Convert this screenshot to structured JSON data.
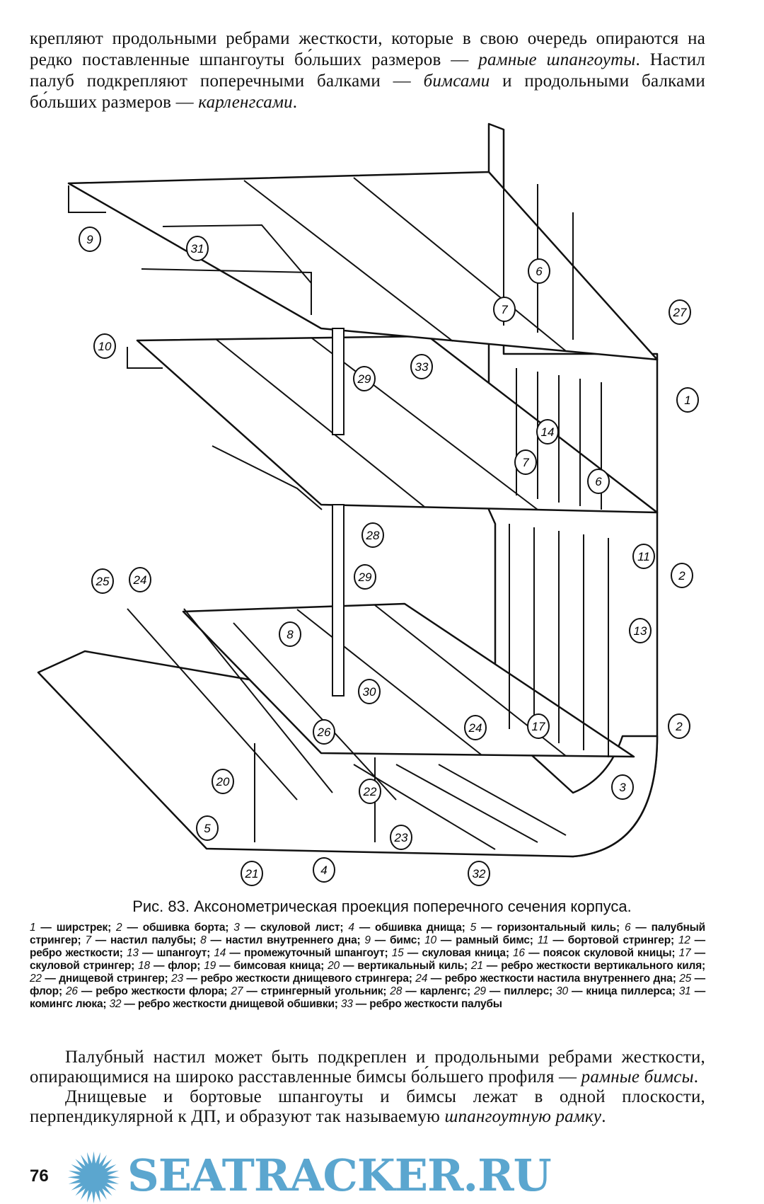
{
  "top_paragraph": {
    "part1": "крепляют продольными ребрами жесткости, которые в свою очередь опираются на редко поставленные шпангоуты бо́льших размеров — ",
    "term1": "рамные шпангоуты",
    "part2": ". Настил палуб подкрепляют поперечными балками — ",
    "term2": "бимсами",
    "part3": " и продольными балками бо́льших размеров — ",
    "term3": "карленгсами",
    "part4": "."
  },
  "figure": {
    "callouts": [
      "9",
      "31",
      "6",
      "27",
      "7",
      "10",
      "29",
      "33",
      "1",
      "14",
      "7",
      "6",
      "28",
      "11",
      "2",
      "25",
      "24",
      "29",
      "13",
      "8",
      "30",
      "26",
      "24",
      "17",
      "2",
      "3",
      "20",
      "22",
      "5",
      "23",
      "21",
      "4",
      "32"
    ],
    "caption": "Рис. 83. Аксонометрическая проекция поперечного сечения корпуса."
  },
  "legend": [
    {
      "n": "1",
      "t": "ширстрек;"
    },
    {
      "n": "2",
      "t": "обшивка борта;"
    },
    {
      "n": "3",
      "t": "скуловой лист;"
    },
    {
      "n": "4",
      "t": "обшивка днища;"
    },
    {
      "n": "5",
      "t": "горизонтальный киль;"
    },
    {
      "n": "6",
      "t": "палубный стрингер;"
    },
    {
      "n": "7",
      "t": "настил палубы;"
    },
    {
      "n": "8",
      "t": "настил внутреннего дна;"
    },
    {
      "n": "9",
      "t": "бимс;"
    },
    {
      "n": "10",
      "t": "рамный бимс;"
    },
    {
      "n": "11",
      "t": "бортовой стрингер;"
    },
    {
      "n": "12",
      "t": "ребро жесткости;"
    },
    {
      "n": "13",
      "t": "шпангоут;"
    },
    {
      "n": "14",
      "t": "промежуточный шпангоут;"
    },
    {
      "n": "15",
      "t": "скуловая кница;"
    },
    {
      "n": "16",
      "t": "поясок скуловой кницы;"
    },
    {
      "n": "17",
      "t": "скуловой стрингер;"
    },
    {
      "n": "18",
      "t": "флор;"
    },
    {
      "n": "19",
      "t": "бимсовая кница;"
    },
    {
      "n": "20",
      "t": "вертикальный киль;"
    },
    {
      "n": "21",
      "t": "ребро жесткости вертикального киля;"
    },
    {
      "n": "22",
      "t": "днищевой стрингер;"
    },
    {
      "n": "23",
      "t": "ребро жесткости днищевого стрингера;"
    },
    {
      "n": "24",
      "t": "ребро жесткости настила внутреннего дна;"
    },
    {
      "n": "25",
      "t": "флор;"
    },
    {
      "n": "26",
      "t": "ребро жесткости флора;"
    },
    {
      "n": "27",
      "t": "стрингерный угольник;"
    },
    {
      "n": "28",
      "t": "карленгс;"
    },
    {
      "n": "29",
      "t": "пиллерс;"
    },
    {
      "n": "30",
      "t": "кница пиллерса;"
    },
    {
      "n": "31",
      "t": "комингс люка;"
    },
    {
      "n": "32",
      "t": "ребро жесткости днищевой обшивки;"
    },
    {
      "n": "33",
      "t": "ребро жесткости палубы"
    }
  ],
  "bottom_paragraph": {
    "p1": "Палубный настил может быть подкреплен и продольными ребрами жесткости, опирающимися на широко расставленные бимсы бо́льшего профиля — ",
    "p1_term": "рамные бимсы",
    "p1_end": ".",
    "p2": "Днищевые и бортовые шпангоуты и бимсы лежат в одной плоскости, перпендикулярной к ДП, и образуют так называемую ",
    "p2_term": "шпангоутную рамку",
    "p2_end": "."
  },
  "page_number": "76",
  "watermark": {
    "text": "SEATRACKER.RU",
    "color": "#5ba6cf"
  }
}
